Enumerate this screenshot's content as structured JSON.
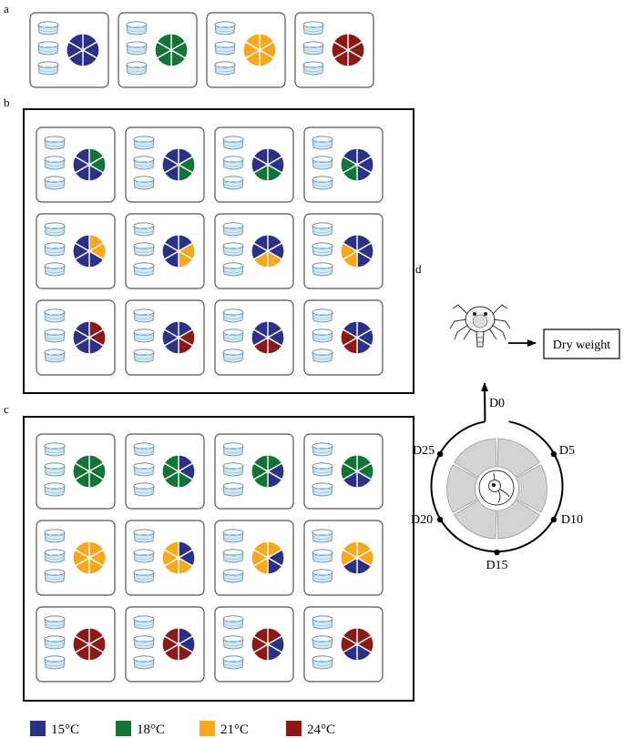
{
  "colors": {
    "blue": "#2b3187",
    "green": "#127436",
    "orange": "#f8a81d",
    "red": "#8b1a17",
    "cup_fill": "#cfe9f7",
    "cup_line": "#6a7f8c",
    "ring_fill": "#d3d3d3"
  },
  "panels": {
    "a": {
      "label": "a",
      "cells": [
        [
          "blue",
          "blue",
          "blue",
          "blue",
          "blue",
          "blue"
        ],
        [
          "green",
          "green",
          "green",
          "green",
          "green",
          "green"
        ],
        [
          "orange",
          "orange",
          "orange",
          "orange",
          "orange",
          "orange"
        ],
        [
          "red",
          "red",
          "red",
          "red",
          "red",
          "red"
        ]
      ]
    },
    "b": {
      "label": "b",
      "rows": [
        [
          [
            "green",
            "green",
            "blue",
            "blue",
            "blue",
            "blue"
          ],
          [
            "blue",
            "green",
            "green",
            "blue",
            "blue",
            "blue"
          ],
          [
            "blue",
            "blue",
            "green",
            "green",
            "blue",
            "blue"
          ],
          [
            "blue",
            "blue",
            "blue",
            "green",
            "green",
            "blue"
          ]
        ],
        [
          [
            "orange",
            "orange",
            "blue",
            "blue",
            "blue",
            "blue"
          ],
          [
            "blue",
            "orange",
            "orange",
            "blue",
            "blue",
            "blue"
          ],
          [
            "blue",
            "blue",
            "orange",
            "orange",
            "blue",
            "blue"
          ],
          [
            "blue",
            "blue",
            "blue",
            "orange",
            "orange",
            "blue"
          ]
        ],
        [
          [
            "red",
            "red",
            "blue",
            "blue",
            "blue",
            "blue"
          ],
          [
            "blue",
            "red",
            "red",
            "blue",
            "blue",
            "blue"
          ],
          [
            "blue",
            "blue",
            "red",
            "red",
            "blue",
            "blue"
          ],
          [
            "blue",
            "blue",
            "blue",
            "red",
            "red",
            "blue"
          ]
        ]
      ]
    },
    "c": {
      "label": "c",
      "rows": [
        [
          [
            "green",
            "green",
            "green",
            "green",
            "green",
            "green"
          ],
          [
            "blue",
            "blue",
            "green",
            "green",
            "green",
            "green"
          ],
          [
            "green",
            "blue",
            "blue",
            "green",
            "green",
            "green"
          ],
          [
            "green",
            "green",
            "blue",
            "blue",
            "green",
            "green"
          ]
        ],
        [
          [
            "orange",
            "orange",
            "orange",
            "orange",
            "orange",
            "orange"
          ],
          [
            "blue",
            "blue",
            "orange",
            "orange",
            "orange",
            "orange"
          ],
          [
            "orange",
            "blue",
            "blue",
            "orange",
            "orange",
            "orange"
          ],
          [
            "orange",
            "orange",
            "blue",
            "blue",
            "orange",
            "orange"
          ]
        ],
        [
          [
            "red",
            "red",
            "red",
            "red",
            "red",
            "red"
          ],
          [
            "blue",
            "blue",
            "red",
            "red",
            "red",
            "red"
          ],
          [
            "red",
            "blue",
            "blue",
            "red",
            "red",
            "red"
          ],
          [
            "red",
            "red",
            "blue",
            "blue",
            "red",
            "red"
          ]
        ]
      ]
    },
    "d": {
      "label": "d",
      "box_label": "Dry weight",
      "days": [
        "D0",
        "D5",
        "D10",
        "D15",
        "D20",
        "D25"
      ]
    }
  },
  "legend": [
    {
      "color": "blue",
      "label": "15°C"
    },
    {
      "color": "green",
      "label": "18°C"
    },
    {
      "color": "orange",
      "label": "21°C"
    },
    {
      "color": "red",
      "label": "24°C"
    }
  ]
}
